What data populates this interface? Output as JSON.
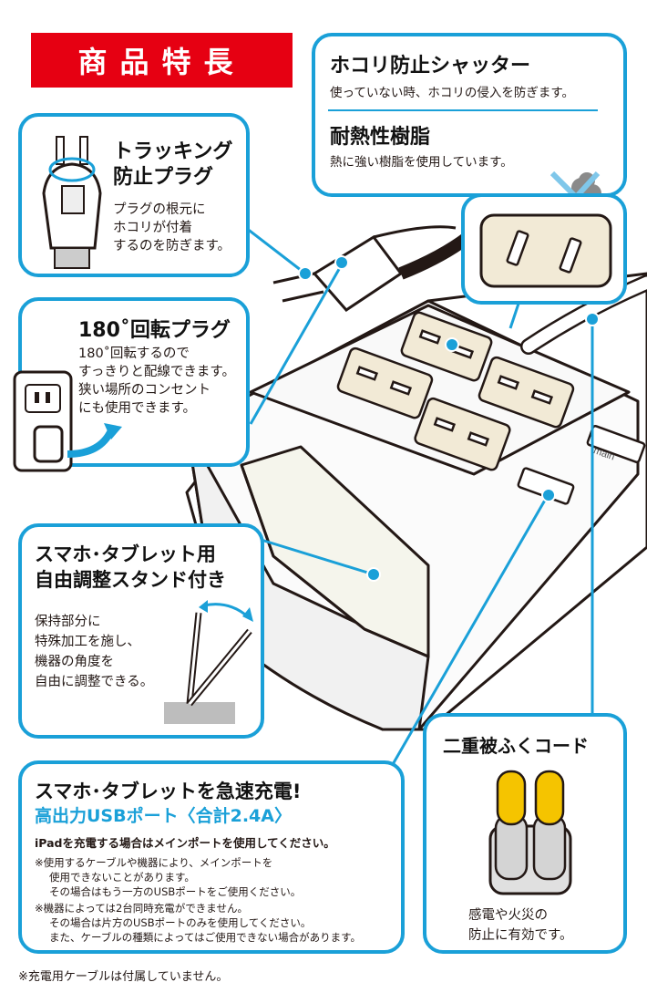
{
  "banner": {
    "title": "商品特長"
  },
  "shutter": {
    "title": "ホコリ防止シャッター",
    "desc": "使っていない時、ホコリの侵入を防ぎます。",
    "resin_title": "耐熱性樹脂",
    "resin_desc": "熱に強い樹脂を使用しています。"
  },
  "tracking": {
    "title_line1": "トラッキング",
    "title_line2": "防止プラグ",
    "desc_line1": "プラグの根元に",
    "desc_line2": "ホコリが付着",
    "desc_line3": "するのを防ぎます。"
  },
  "rotate": {
    "title": "180˚回転プラグ",
    "desc_line1": "180˚回転するので",
    "desc_line2": "すっきりと配線できます。",
    "desc_line3": "狭い場所のコンセント",
    "desc_line4": "にも使用できます。"
  },
  "stand": {
    "title_line1": "スマホ･タブレット用",
    "title_line2": "自由調整スタンド付き",
    "desc_line1": "保持部分に",
    "desc_line2": "特殊加工を施し、",
    "desc_line3": "機器の角度を",
    "desc_line4": "自由に調整できる。"
  },
  "usb": {
    "title": "スマホ･タブレットを急速充電!",
    "subtitle": "高出力USBポート〈合計2.4A〉",
    "ipad_note": "iPadを充電する場合はメインポートを使用してください。",
    "note1_line1": "※使用するケーブルや機器により、メインポートを",
    "note1_line2": "使用できないことがあります。",
    "note1_line3": "その場合はもう一方のUSBポートをご使用ください。",
    "note2_line1": "※機器によっては2台同時充電ができません。",
    "note2_line2": "その場合は片方のUSBポートのみを使用してください。",
    "note2_line3": "また、ケーブルの種類によってはご使用できない場合があります。"
  },
  "cord": {
    "title": "二重被ふくコード",
    "desc_line1": "感電や火災の",
    "desc_line2": "防止に有効です。"
  },
  "footer": {
    "note": "※充電用ケーブルは付属していません。"
  },
  "product": {
    "port_label": "main"
  },
  "colors": {
    "accent": "#1aa0d8",
    "banner": "#e60012",
    "conductor": "#f5c400",
    "cord": "#d8d8d8"
  }
}
